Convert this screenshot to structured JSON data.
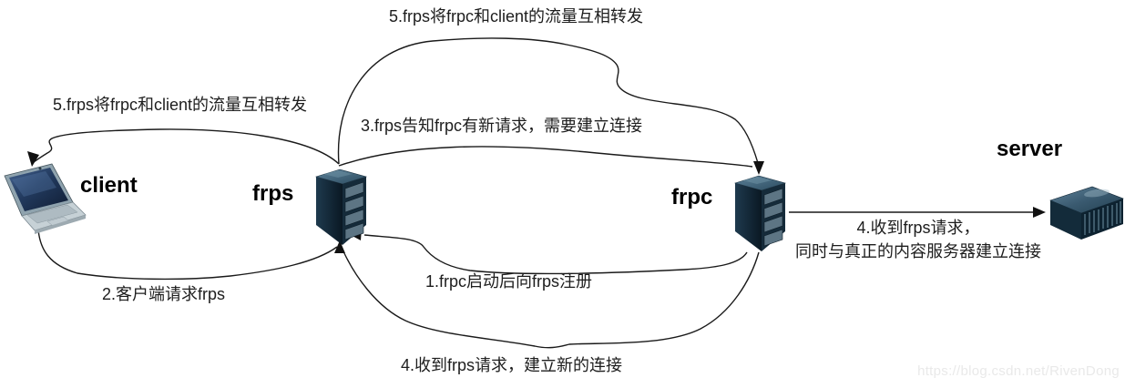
{
  "diagram": {
    "nodes": {
      "client": {
        "label": "client"
      },
      "frps": {
        "label": "frps"
      },
      "frpc": {
        "label": "frpc"
      },
      "server": {
        "label": "server"
      }
    },
    "flows": {
      "top_forward": "5.frps将frpc和client的流量互相转发",
      "left_forward": "5.frps将frpc和client的流量互相转发",
      "notify": "3.frps告知frpc有新请求，需要建立连接",
      "client_request": "2.客户端请求frps",
      "register": "1.frpc启动后向frps注册",
      "new_connection": "4.收到frps请求，建立新的连接",
      "server_connect_line1": "4.收到frps请求，",
      "server_connect_line2": "同时与真正的内容服务器建立连接"
    },
    "watermark": "https://blog.csdn.net/RivenDong",
    "colors": {
      "line": "#1a1a1a",
      "text": "#1d1d1d",
      "tower_front": "#152b3a",
      "tower_side_dark": "#0a1823",
      "tower_top": "#44697e",
      "bay": "#5d7584",
      "laptop_screen": "#223a5e",
      "laptop_body": "#c6d1d6",
      "rack_top": "#53748a",
      "rack_front": "#0d2230",
      "watermark": "#e9e9e9"
    }
  }
}
